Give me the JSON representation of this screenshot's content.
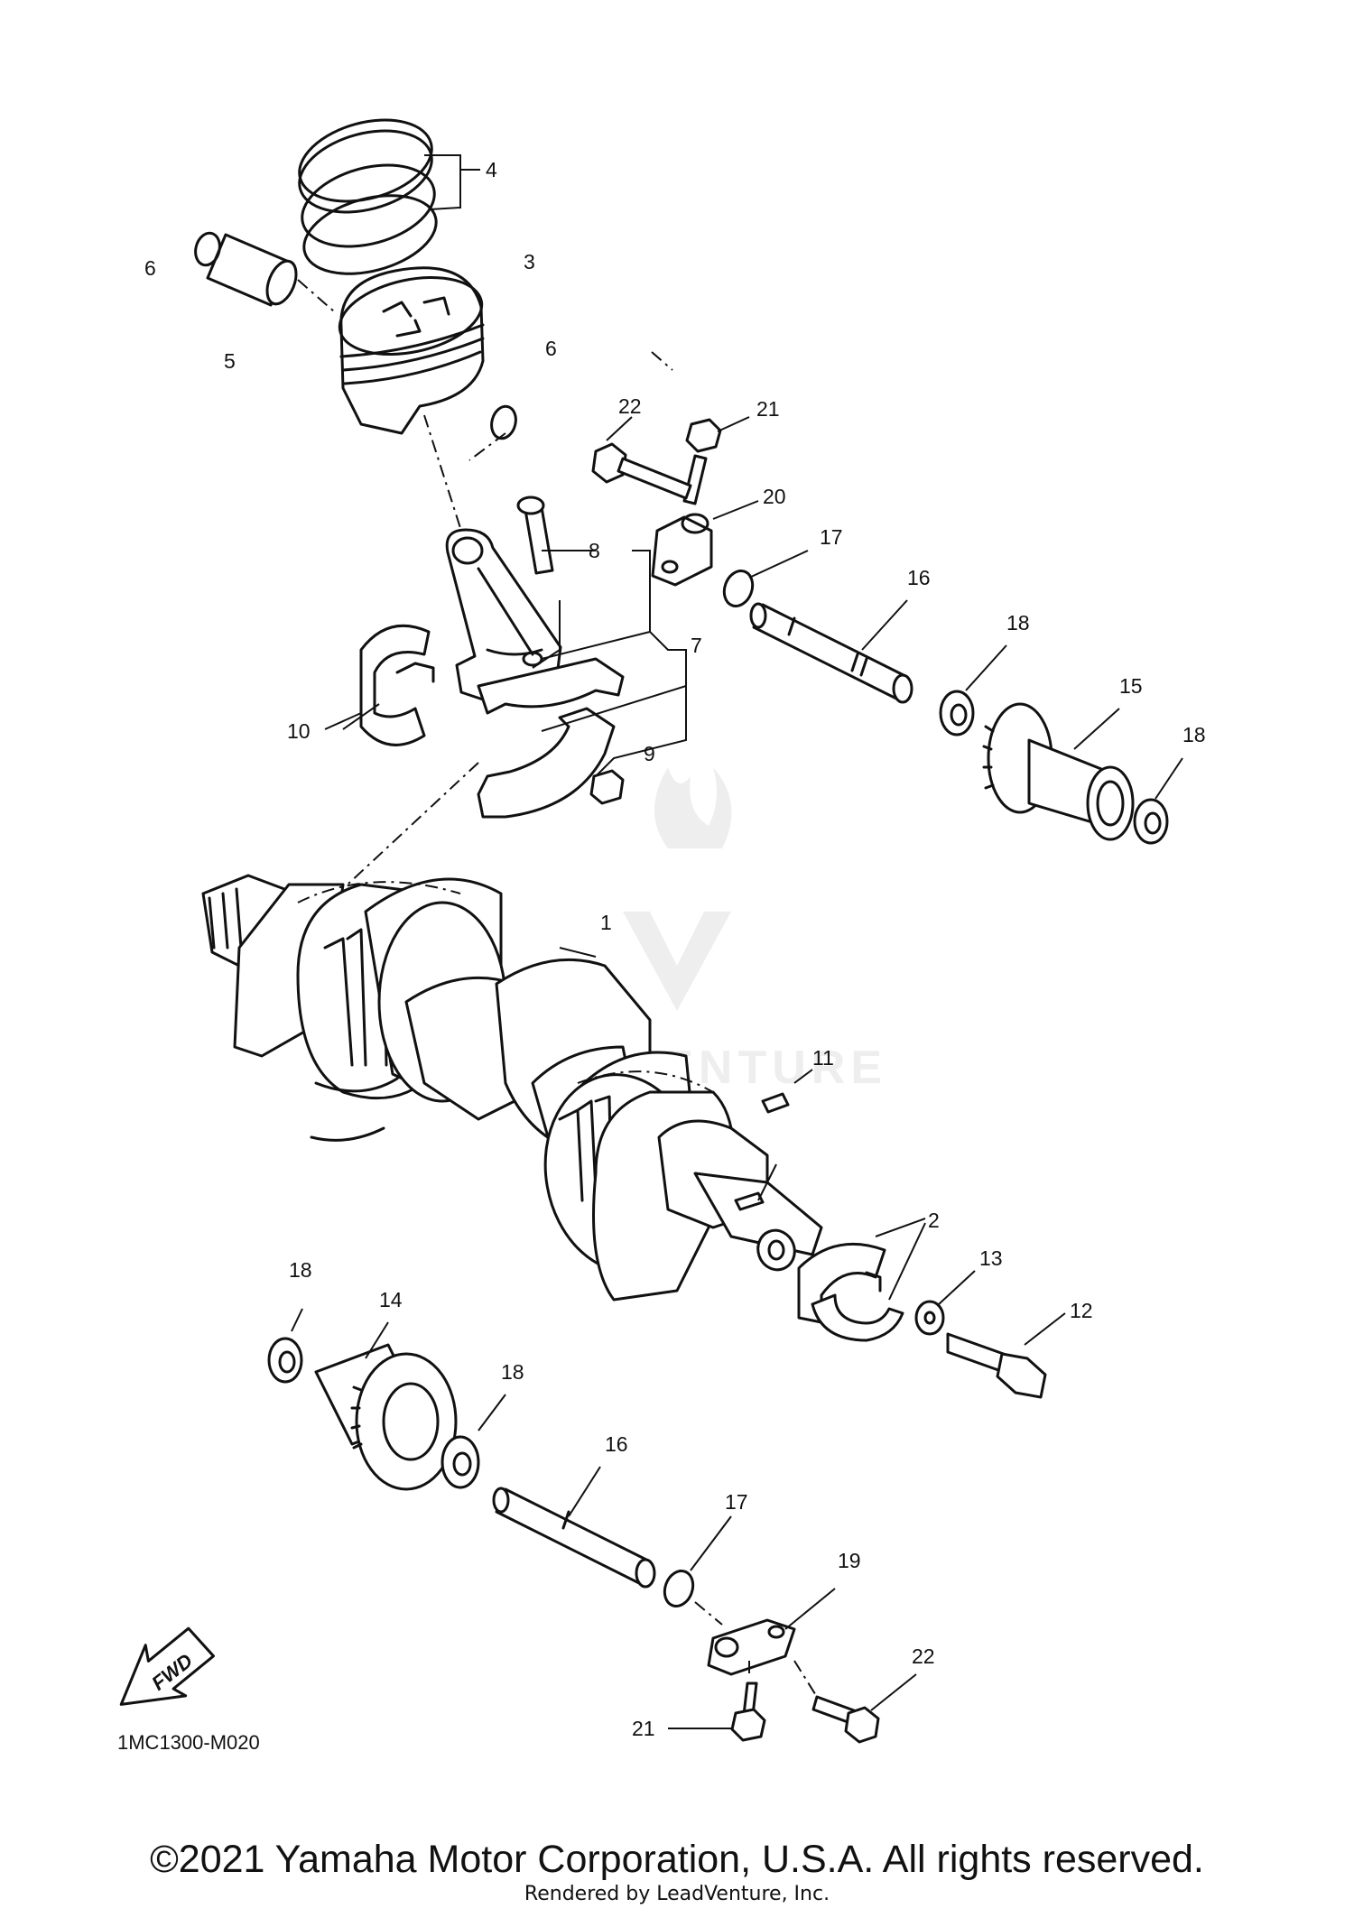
{
  "diagram_code": "1MC1300-M020",
  "fwd_label": "FWD",
  "copyright": "©2021 Yamaha Motor Corporation, U.S.A. All rights reserved.",
  "rendered_by": "Rendered by LeadVenture, Inc.",
  "watermark": "LEADVENTURE",
  "callouts": {
    "c1": "1",
    "c2": "2",
    "c3": "3",
    "c4": "4",
    "c5": "5",
    "c6a": "6",
    "c6b": "6",
    "c7": "7",
    "c8": "8",
    "c9": "9",
    "c10": "10",
    "c11": "11",
    "c12": "12",
    "c13": "13",
    "c14": "14",
    "c15": "15",
    "c16a": "16",
    "c16b": "16",
    "c17a": "17",
    "c17b": "17",
    "c18a": "18",
    "c18b": "18",
    "c18c": "18",
    "c18d": "18",
    "c19": "19",
    "c20": "20",
    "c21a": "21",
    "c21b": "21",
    "c22a": "22",
    "c22b": "22"
  }
}
